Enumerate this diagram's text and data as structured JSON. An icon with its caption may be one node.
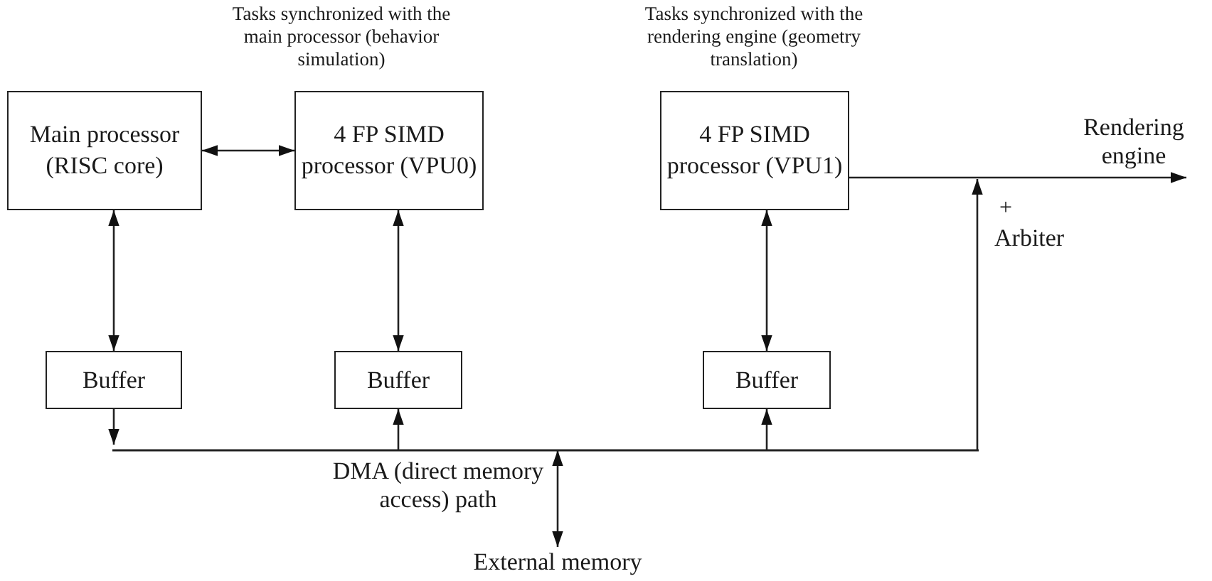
{
  "diagram": {
    "nodes": [
      {
        "text": [
          "Main processor (RISC core)"
        ]
      },
      {
        "text": [
          "4 FP SIMD processor (VPU0)"
        ]
      },
      {
        "text": [
          "4 FP SIMD processor (VPU1)"
        ]
      },
      {
        "text": [
          "Buffer"
        ]
      },
      {
        "text": [
          "Buffer"
        ]
      },
      {
        "text": [
          "Buffer"
        ]
      },
      {
        "text": [],
        "shape": "bar",
        "beside": [
          "DMA (direct memory access) path"
        ]
      },
      {
        "text": [
          "External memory"
        ]
      },
      {
        "text": [
          "Rendering engine"
        ]
      }
    ],
    "edges": [
      {
        "from": 0,
        "to": 1,
        "arrow": "both"
      },
      {
        "from": 0,
        "to": 3,
        "arrow": "both"
      },
      {
        "from": 1,
        "to": 4,
        "arrow": "both"
      },
      {
        "from": 2,
        "to": 5,
        "arrow": "both"
      },
      {
        "from": 3,
        "to": 6,
        "arrow": "to"
      },
      {
        "from": 6,
        "to": 4,
        "arrow": "to"
      },
      {
        "from": 6,
        "to": 5,
        "arrow": "to"
      },
      {
        "from": 6,
        "to": 7,
        "arrow": "both"
      },
      {
        "from": 2,
        "to": 8,
        "arrow": "to"
      },
      {
        "from": 6,
        "to": null,
        "arrow": "to",
        "label": "Arbiter"
      }
    ],
    "labels": [
      "Tasks synchronized with the main processor (behavior simulation)",
      "Tasks synchronized with the rendering engine (geometry translation)",
      "+"
    ]
  }
}
